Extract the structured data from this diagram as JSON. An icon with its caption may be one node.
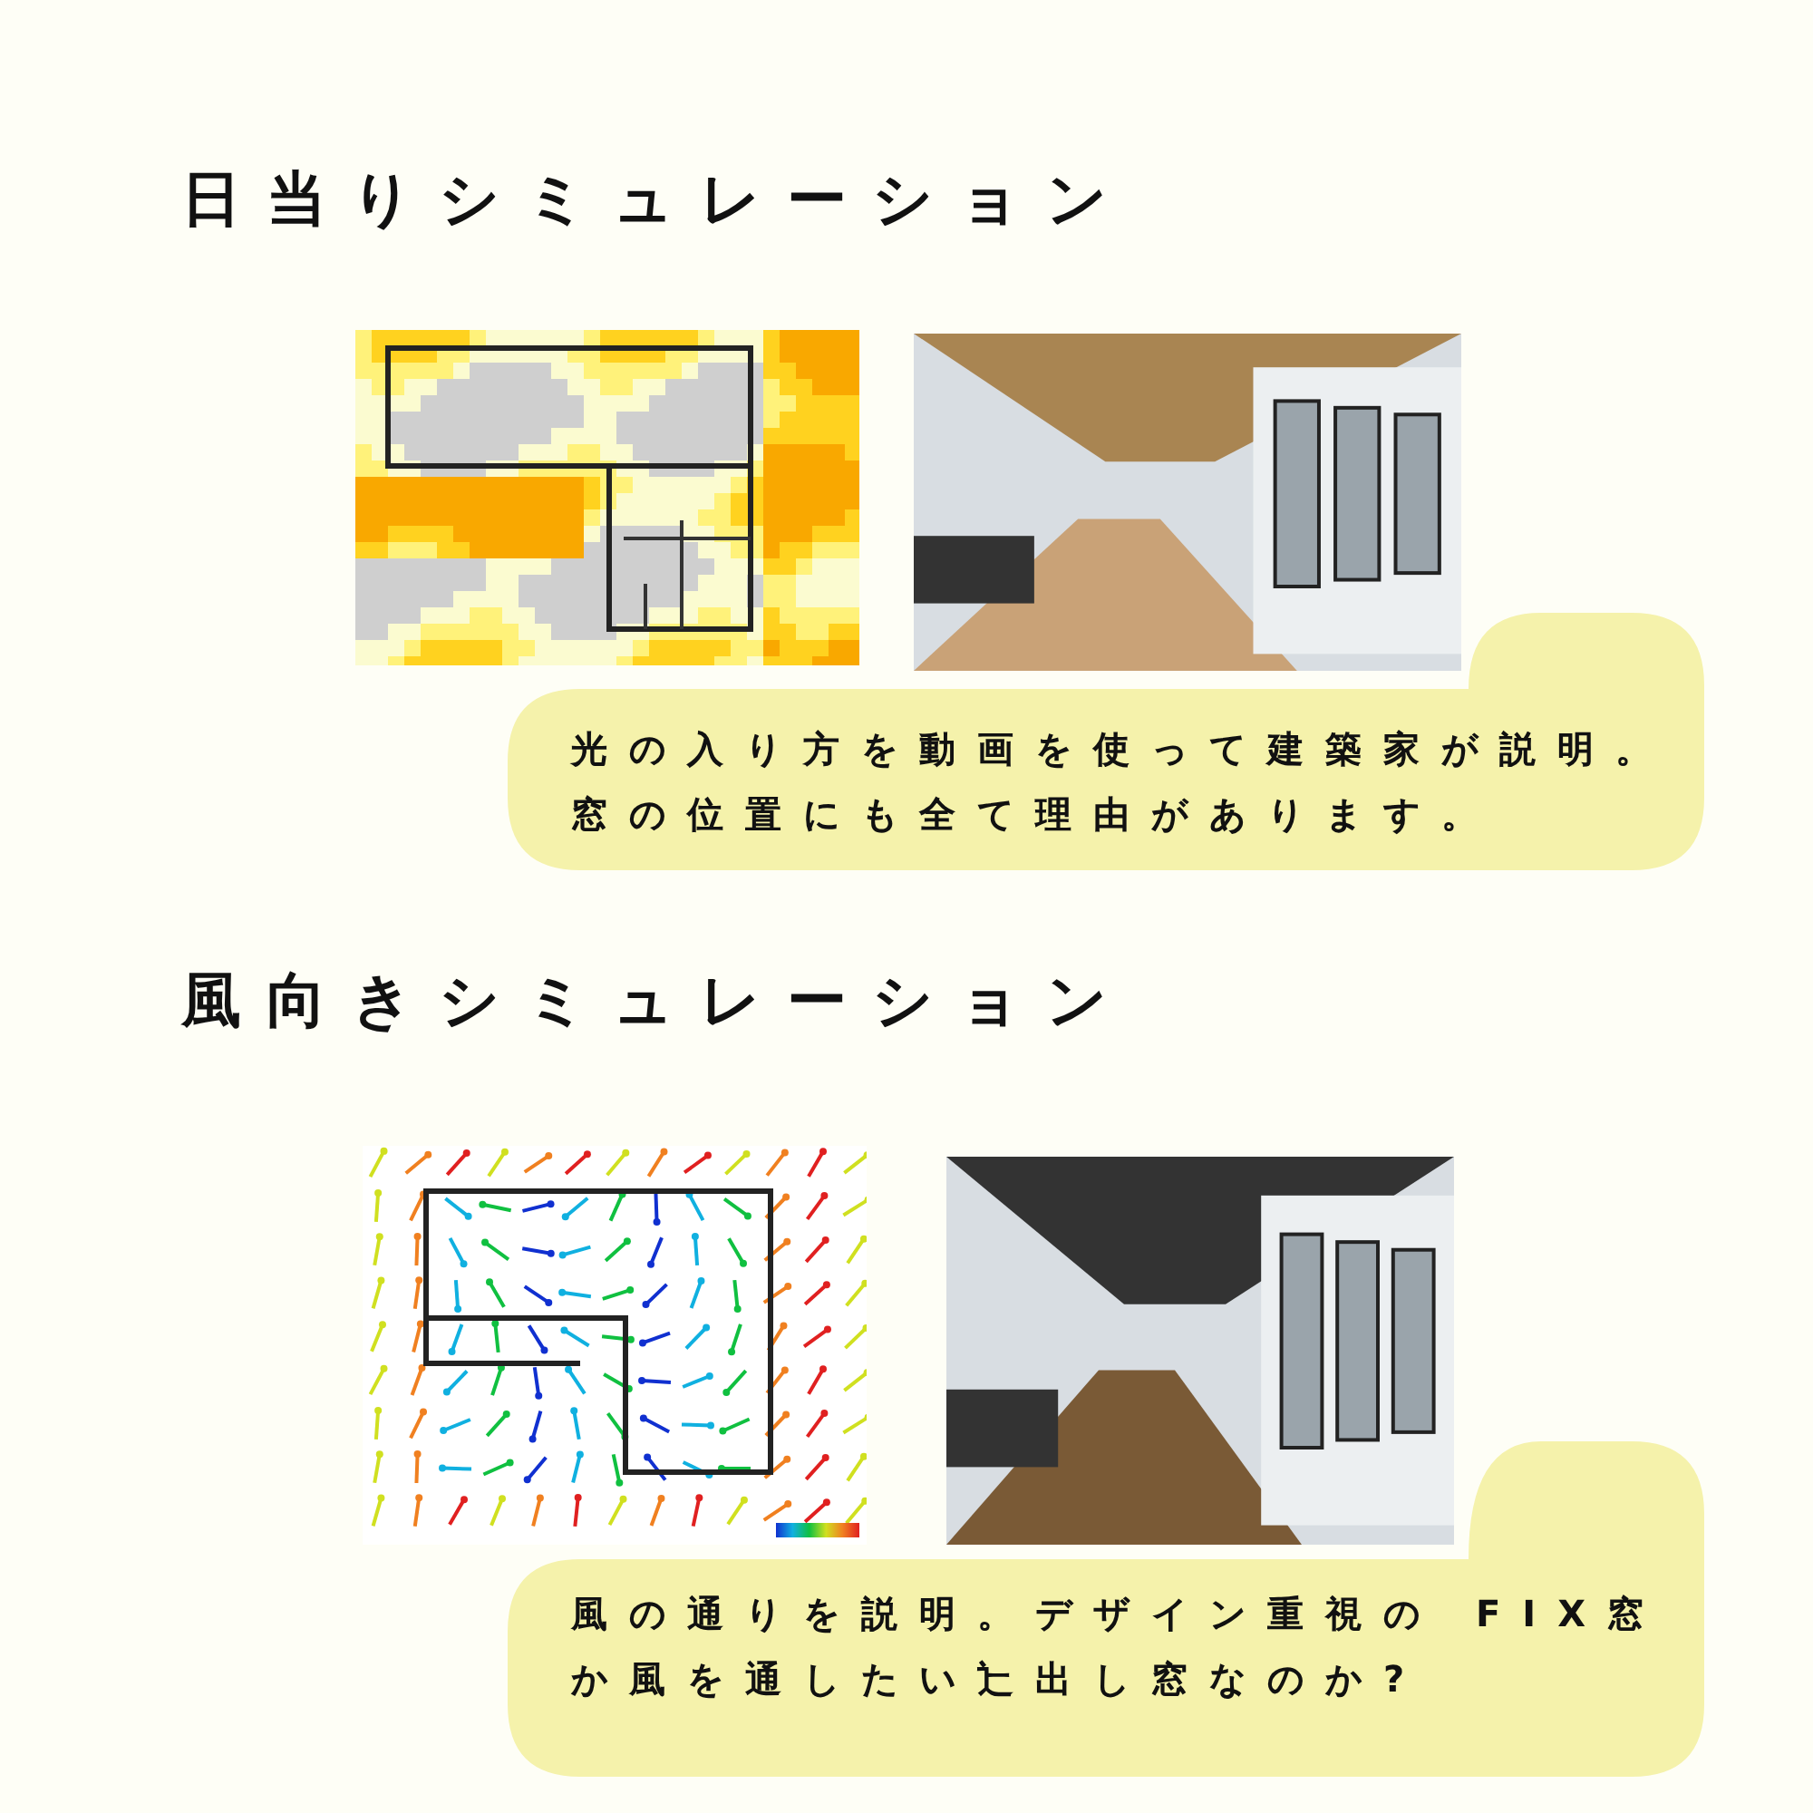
{
  "diagram": {
    "nodes": [
      {
        "text": [],
        "shape": "picture"
      },
      {
        "text": [],
        "shape": "picture"
      },
      {
        "text": [
          "光の入り方を動画を使って建築家が説明。窓の位置にも全て理由があります。"
        ]
      },
      {
        "text": [],
        "shape": "picture"
      },
      {
        "text": [],
        "shape": "picture"
      },
      {
        "text": [
          "風の通りを説明。デザイン重視の FIX窓か風を通したい辷出し窓なのか?"
        ]
      }
    ],
    "edges": [],
    "labels": [
      "日当りシミュレーション",
      "風向きシミュレーション"
    ]
  }
}
